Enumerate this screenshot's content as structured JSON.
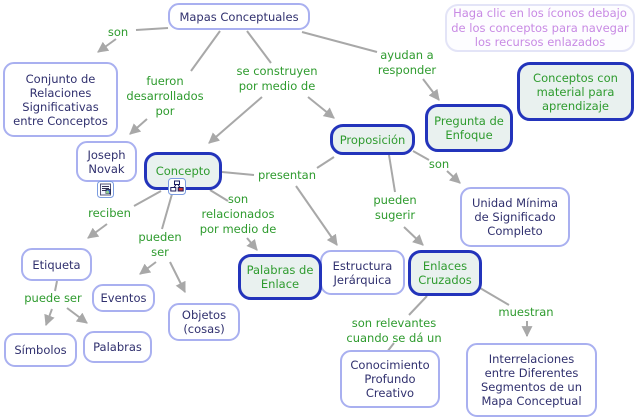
{
  "note": {
    "lines": [
      "Haga clic en los íconos debajo",
      "de los conceptos para navegar",
      "los recursos enlazados"
    ]
  },
  "legend": {
    "label": "Conceptos con material para aprendizaje"
  },
  "nodes": {
    "mapas_conceptuales": {
      "label": "Mapas Conceptuales"
    },
    "conjunto": {
      "label": "Conjunto de Relaciones Significativas entre Conceptos"
    },
    "joseph_novak": {
      "label": "Joseph Novak"
    },
    "concepto": {
      "label": "Concepto"
    },
    "proposicion": {
      "label": "Proposición"
    },
    "pregunta_enfoque": {
      "label": "Pregunta de Enfoque"
    },
    "unidad_minima": {
      "label": "Unidad Mínima de Significado Completo"
    },
    "estructura_jerarquica": {
      "label": "Estructura Jerárquica"
    },
    "enlaces_cruzados": {
      "label": "Enlaces Cruzados"
    },
    "palabras_enlace": {
      "label": "Palabras de Enlace"
    },
    "etiqueta": {
      "label": "Etiqueta"
    },
    "eventos": {
      "label": "Eventos"
    },
    "objetos": {
      "label": "Objetos (cosas)"
    },
    "simbolos": {
      "label": "Símbolos"
    },
    "palabras": {
      "label": "Palabras"
    },
    "conocimiento": {
      "label": "Conocimiento Profundo Creativo"
    },
    "interrelaciones": {
      "label": "Interrelaciones entre Diferentes Segmentos de un Mapa Conceptual"
    }
  },
  "phrases": {
    "son_1": "son",
    "fueron_desarrollados": "fueron desarrollados por",
    "se_construyen": "se construyen por medio de",
    "ayudan": "ayudan a responder",
    "son_2": "son",
    "pueden_sugerir": "pueden sugerir",
    "presentan": "presentan",
    "son_relacionados": "son relacionados por medio de",
    "reciben": "reciben",
    "pueden_ser": "pueden ser",
    "puede_ser": "puede ser",
    "son_relevantes": "son relevantes cuando se dá un",
    "muestran": "muestran"
  },
  "icons": {
    "concepto_resource": "cmap-resource-icon",
    "joseph_resource": "document-resource-icon"
  },
  "colors": {
    "linked_border": "#2334bb",
    "linked_fill": "#e9f1ef",
    "plain_border": "#a9b0f0",
    "text_navy": "#30306e",
    "text_green": "#2e9b2e",
    "arrow_gray": "#a8a8a8",
    "note_purple": "#c88ae4"
  }
}
